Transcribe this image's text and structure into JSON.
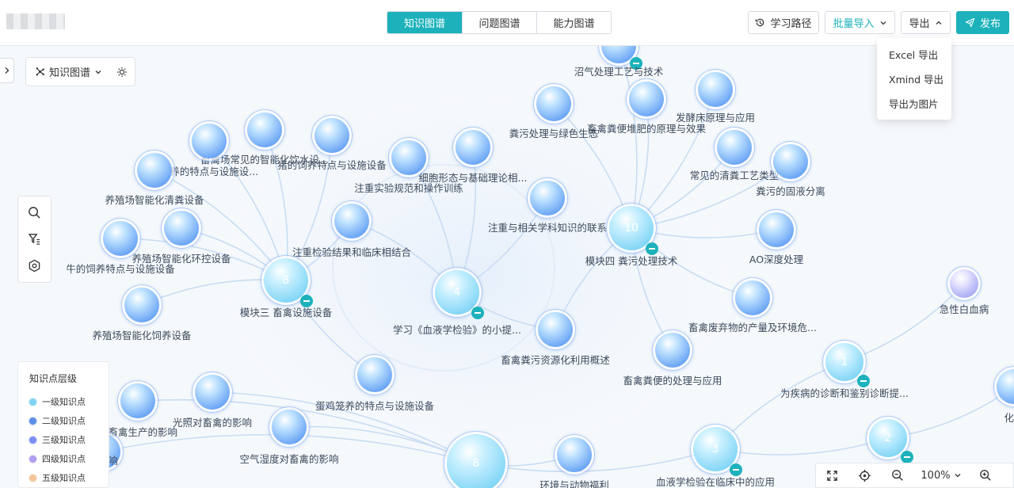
{
  "header": {
    "view_tabs": [
      {
        "label": "知识图谱",
        "active": true
      },
      {
        "label": "问题图谱",
        "active": false
      },
      {
        "label": "能力图谱",
        "active": false
      }
    ],
    "learning_path_label": "学习路径",
    "batch_import_label": "批量导入",
    "export_label": "导出",
    "publish_label": "发布"
  },
  "export_menu": {
    "items": [
      "Excel 导出",
      "Xmind 导出",
      "导出为图片"
    ]
  },
  "graph_selector": {
    "label": "知识图谱"
  },
  "legend": {
    "title": "知识点层级",
    "items": [
      {
        "label": "一级知识点",
        "color": "#7fd3f0"
      },
      {
        "label": "二级知识点",
        "color": "#5b8ee6"
      },
      {
        "label": "三级知识点",
        "color": "#7e8df0"
      },
      {
        "label": "四级知识点",
        "color": "#b29cf0"
      },
      {
        "label": "五级知识点",
        "color": "#f3c79a"
      }
    ]
  },
  "zoom": {
    "level": "100%"
  },
  "colors": {
    "accent": "#1db2bb",
    "edge": "#c9dcf3"
  },
  "graph": {
    "nodes": [
      {
        "label": "沼气处理工艺与技术",
        "level": 2
      },
      {
        "label": "粪污处理与绿色生态",
        "level": 2
      },
      {
        "label": "畜禽粪便堆肥的原理与效果",
        "level": 2
      },
      {
        "label": "发酵床原理与应用",
        "level": 2
      },
      {
        "label": "常见的清粪工艺类型",
        "level": 2
      },
      {
        "label": "粪污的固液分离",
        "level": 2
      },
      {
        "label": "畜禽场常见的智能化饮水设...",
        "level": 2
      },
      {
        "label": "猪的饲养特点与设施设备",
        "level": 2
      },
      {
        "label": "饲养的特点与设施设...",
        "level": 2
      },
      {
        "label": "养殖场智能化清粪设备",
        "level": 2
      },
      {
        "label": "注重实验规范和操作训练",
        "level": 2
      },
      {
        "label": "细胞形态与基础理论相...",
        "level": 2
      },
      {
        "label": "注重与相关学科知识的联系",
        "level": 2
      },
      {
        "label": "模块四 粪污处理技术",
        "level": 1,
        "number": "10"
      },
      {
        "label": "AO深度处理",
        "level": 2
      },
      {
        "label": "急性白血病",
        "level": 3
      },
      {
        "label": "养殖场智能化环控设备",
        "level": 2
      },
      {
        "label": "牛的饲养特点与设施设备",
        "level": 2
      },
      {
        "label": "注重检验结果和临床相结合",
        "level": 2
      },
      {
        "label": "模块三 畜禽设施设备",
        "level": 1,
        "number": "8"
      },
      {
        "label": "学习《血液学检验》的小提...",
        "level": 1,
        "number": "4"
      },
      {
        "label": "养殖场智能化饲养设备",
        "level": 2
      },
      {
        "label": "畜禽废弃物的产量及环境危...",
        "level": 2
      },
      {
        "label": "畜禽粪污资源化利用概述",
        "level": 2
      },
      {
        "label": "畜禽粪便的处理与应用",
        "level": 2
      },
      {
        "label": "为疾病的诊断和鉴别诊断提...",
        "level": 1,
        "number": "1"
      },
      {
        "label": "蛋鸡笼养的特点与设施设备",
        "level": 2
      },
      {
        "label": "光照对畜禽的影响",
        "level": 2
      },
      {
        "label": "对畜禽生产的影响",
        "level": 2
      },
      {
        "label": "空气湿度对畜禽的影响",
        "level": 2
      },
      {
        "label": "其影响",
        "level": 2
      },
      {
        "label": "",
        "level": 1,
        "number": "8"
      },
      {
        "label": "环境与动物福利",
        "level": 2
      },
      {
        "label": "血液学检验在临床中的应用",
        "level": 1,
        "number": "3"
      },
      {
        "label": "",
        "level": 1,
        "number": "2"
      },
      {
        "label": "化疗",
        "level": 2
      }
    ]
  }
}
